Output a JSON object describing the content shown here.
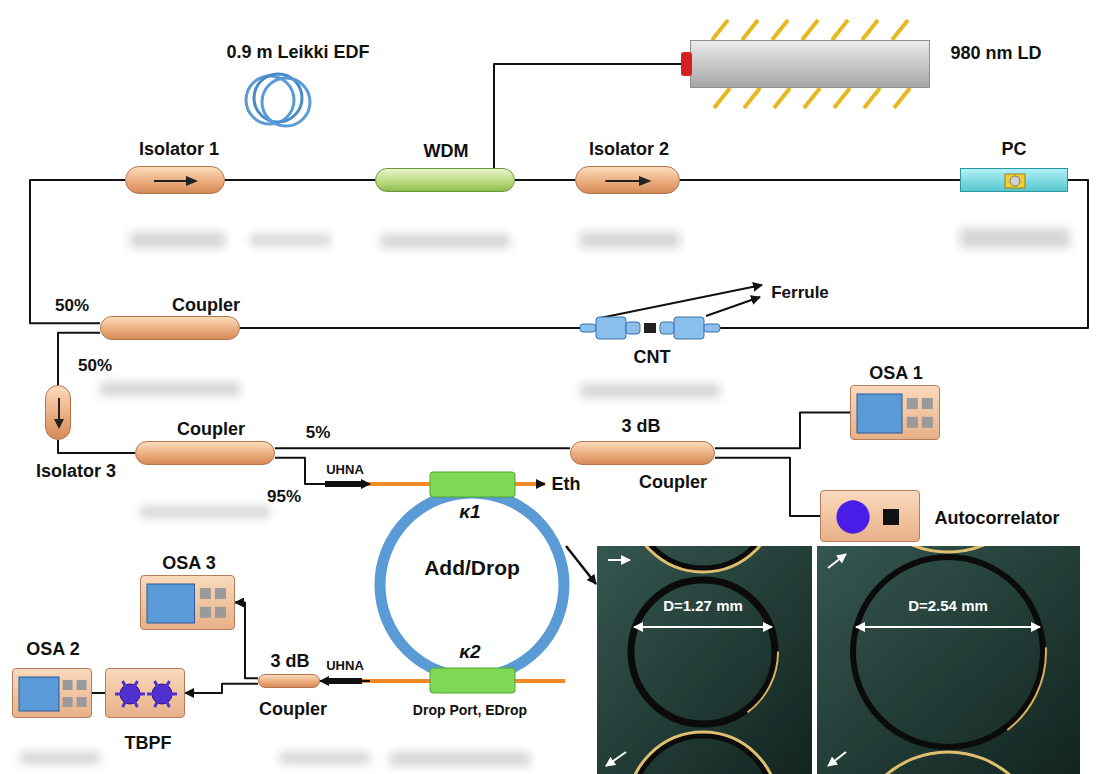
{
  "diagram": {
    "nodes": [
      {
        "text": [
          "Isolator 1"
        ]
      },
      {
        "text": [
          "WDM"
        ]
      },
      {
        "text": [
          "980 nm LD"
        ]
      },
      {
        "text": [
          "Isolator 2"
        ]
      },
      {
        "text": [
          "PC"
        ]
      },
      {
        "text": [
          "Coupler"
        ]
      },
      {
        "text": [
          "CNT"
        ]
      },
      {
        "text": [
          "Isolator 3"
        ]
      },
      {
        "text": [
          "Coupler"
        ]
      },
      {
        "text": [
          "3 dB",
          "Coupler"
        ]
      },
      {
        "text": [
          "OSA 1"
        ]
      },
      {
        "text": [
          "Autocorrelator"
        ]
      },
      {
        "text": [
          "Add/Drop"
        ]
      },
      {
        "text": [
          "3 dB",
          "Coupler"
        ]
      },
      {
        "text": [
          "OSA 3"
        ]
      },
      {
        "text": [
          "TBPF"
        ]
      },
      {
        "text": [
          "OSA 2"
        ]
      }
    ],
    "edges": [
      {
        "from": 5,
        "to": 0,
        "arrow": "none"
      },
      {
        "from": 0,
        "to": 1,
        "arrow": "none"
      },
      {
        "from": 2,
        "to": 1,
        "arrow": "none"
      },
      {
        "from": 1,
        "to": 3,
        "arrow": "none"
      },
      {
        "from": 3,
        "to": 4,
        "arrow": "none"
      },
      {
        "from": 4,
        "to": 6,
        "arrow": "none"
      },
      {
        "from": 6,
        "to": 5,
        "arrow": "none"
      },
      {
        "from": 5,
        "to": 7,
        "arrow": "none"
      },
      {
        "from": 7,
        "to": 8,
        "arrow": "none"
      },
      {
        "from": 8,
        "to": 9,
        "arrow": "none"
      },
      {
        "from": 9,
        "to": 10,
        "arrow": "none"
      },
      {
        "from": 9,
        "to": 11,
        "arrow": "none"
      },
      {
        "from": 8,
        "to": 12,
        "arrow": "to"
      },
      {
        "from": 12,
        "to": 13,
        "arrow": "to"
      },
      {
        "from": 13,
        "to": 14,
        "arrow": "to"
      },
      {
        "from": 13,
        "to": 15,
        "arrow": "to"
      },
      {
        "from": 15,
        "to": 16,
        "arrow": "none"
      }
    ],
    "labels": [
      "0.9 m Leikki EDF",
      "Ferrule",
      "50%",
      "50%",
      "5%",
      "95%",
      "UHNA",
      "κ1",
      "Eth",
      "UHNA",
      "κ2",
      "Drop Port, EDrop",
      "D=1.27 mm",
      "D=2.54 mm"
    ]
  }
}
